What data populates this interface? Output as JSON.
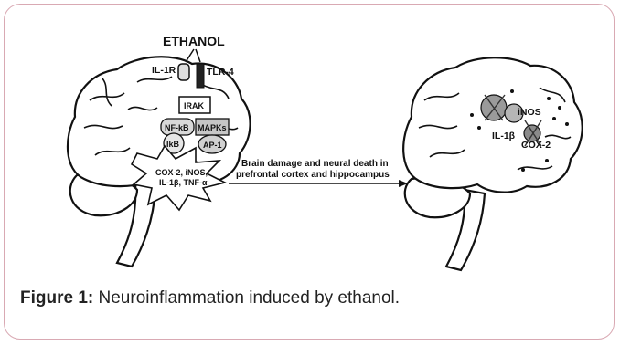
{
  "figure": {
    "ethanol_label": "ETHANOL",
    "receptor_il1r": "IL-1R",
    "receptor_tlr4": "TLR-4",
    "irak": "IRAK",
    "nfkb": "NF-kB",
    "mapks": "MAPKs",
    "ikb": "IkB",
    "ap1": "AP-1",
    "cytokines_line1": "COX-2, iNOS,",
    "cytokines_line2": "IL-1β, TNF-α",
    "arrow_text_line1": "Brain damage and neural death in",
    "arrow_text_line2": "prefrontal cortex and hippocampus",
    "right_inos": "iNOS",
    "right_il1b": "IL-1β",
    "right_cox2": "COX-2"
  },
  "caption": {
    "label": "Figure 1:",
    "text": " Neuroinflammation induced by ethanol."
  }
}
